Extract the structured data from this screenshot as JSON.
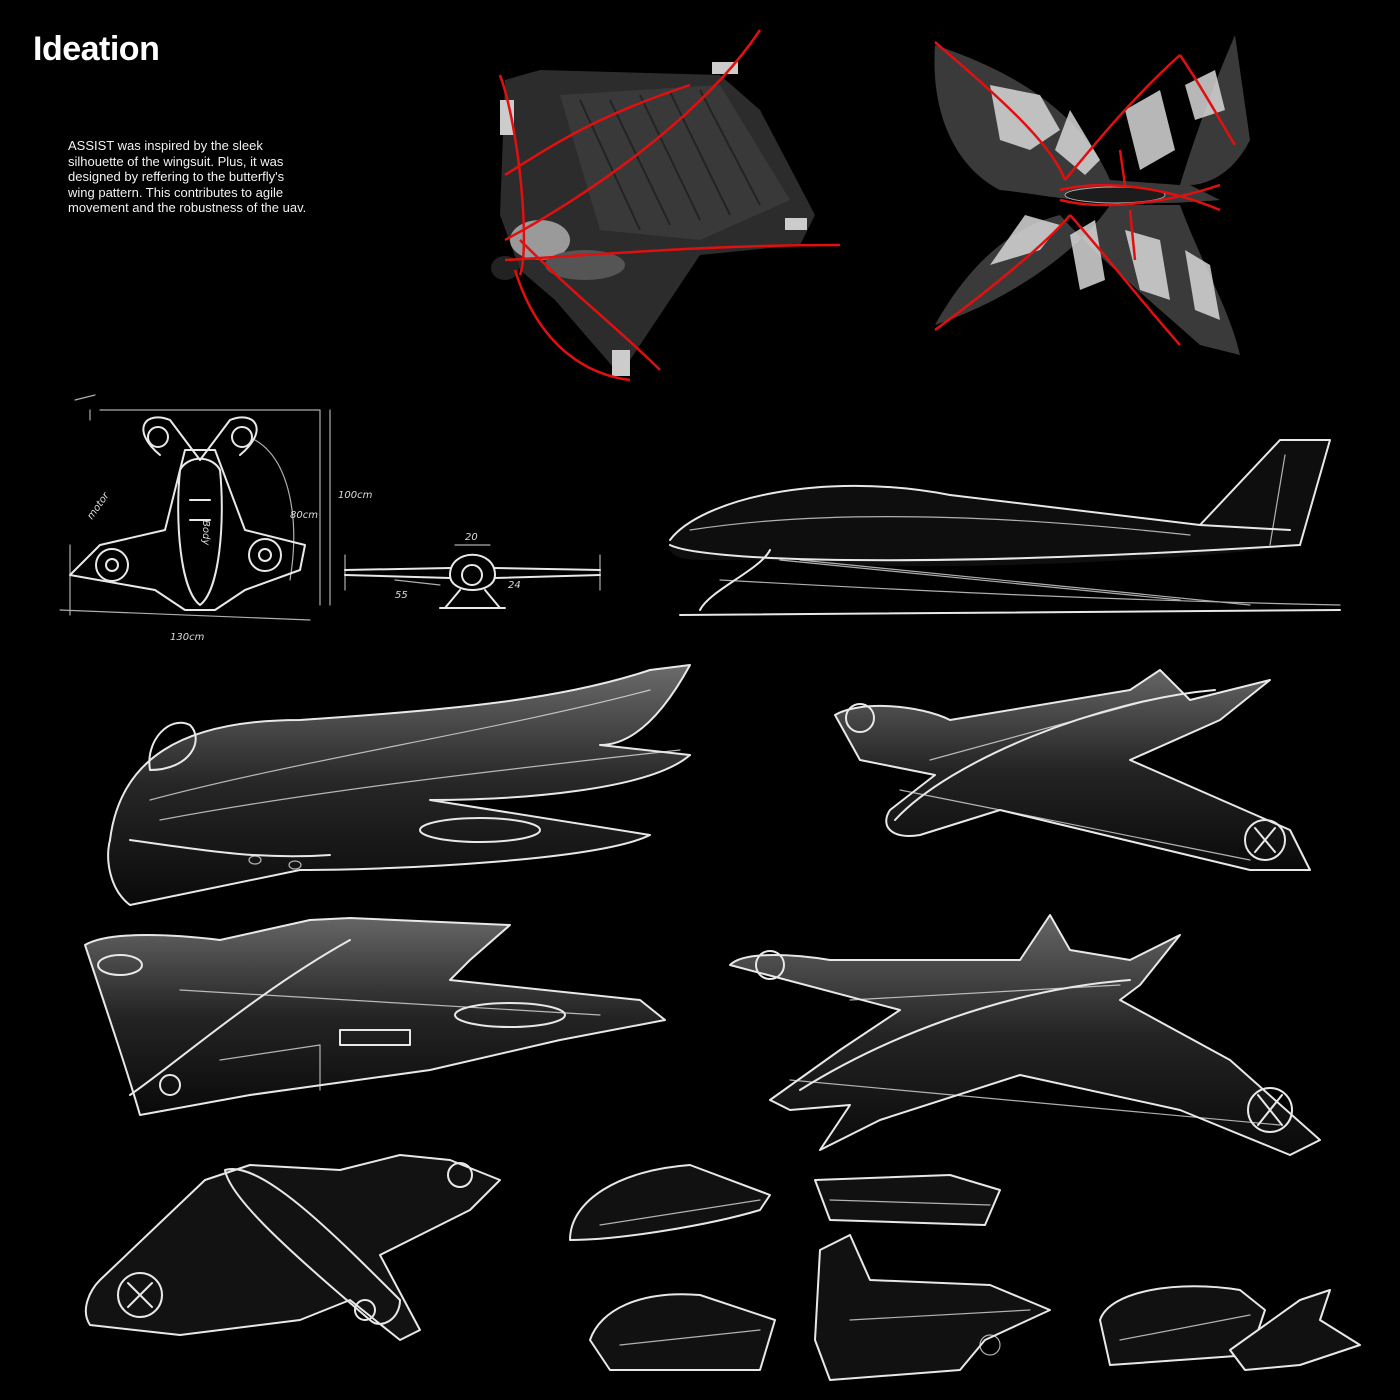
{
  "heading": "Ideation",
  "description": "ASSIST was inspired by the sleek silhouette of the wingsuit. Plus, it was designed by reffering to the butterfly's wing pattern. This contributes to agile movement and the robustness of the uav.",
  "dimensions": {
    "height": "100cm",
    "depth": "80cm",
    "width": "130cm",
    "body_label": "Body",
    "motor_label": "motor",
    "front_width": "20",
    "span_left": "55",
    "span_right": "24"
  },
  "colors": {
    "background": "#000000",
    "sketch_line": "#e8e8e8",
    "accent_curve": "#e01010"
  }
}
